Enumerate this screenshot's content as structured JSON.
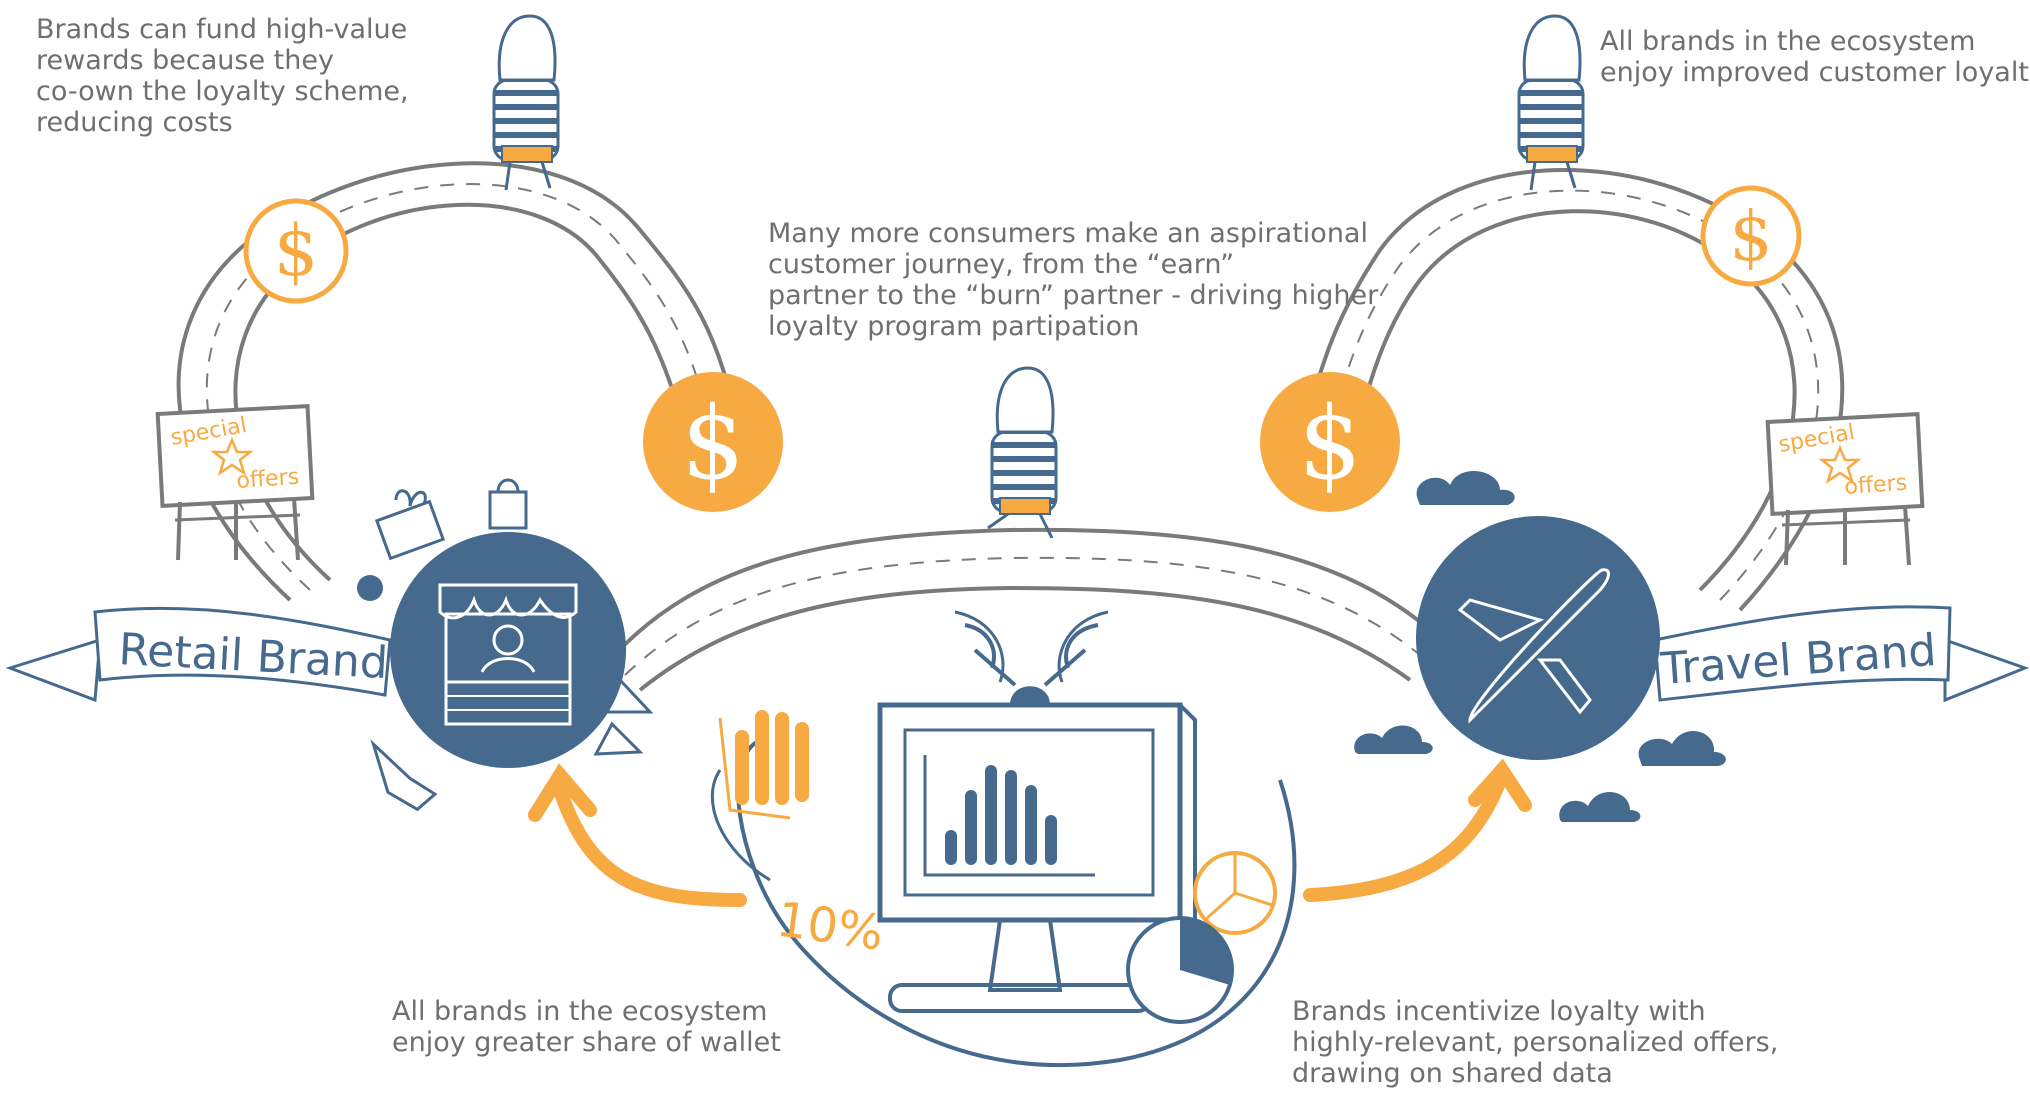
{
  "captions": {
    "top_left": [
      "Brands can fund high-value",
      "rewards because they",
      "co-own the loyalty scheme,",
      "reducing costs"
    ],
    "top_right": [
      "All brands in the ecosystem",
      "enjoy improved customer loyalty"
    ],
    "center": [
      "Many more consumers make an aspirational",
      "customer journey, from the “earn”",
      "partner to the “burn” partner - driving higher",
      "loyalty program partipation"
    ],
    "bottom_left": [
      "All brands in the ecosystem",
      "enjoy greater share of wallet"
    ],
    "bottom_right": [
      "Brands incentivize loyalty with",
      "highly-relevant, personalized offers,",
      "drawing on shared data"
    ]
  },
  "labels": {
    "retail_brand": "Retail Brand",
    "travel_brand": "Travel Brand",
    "special_offers_line1": "special",
    "special_offers_line2": "offers",
    "dollar": "$",
    "percent": "10%"
  },
  "colors": {
    "orange": "#f7a942",
    "blue": "#46698e",
    "gray": "#7a7a7a",
    "text": "#6f6f6f"
  }
}
